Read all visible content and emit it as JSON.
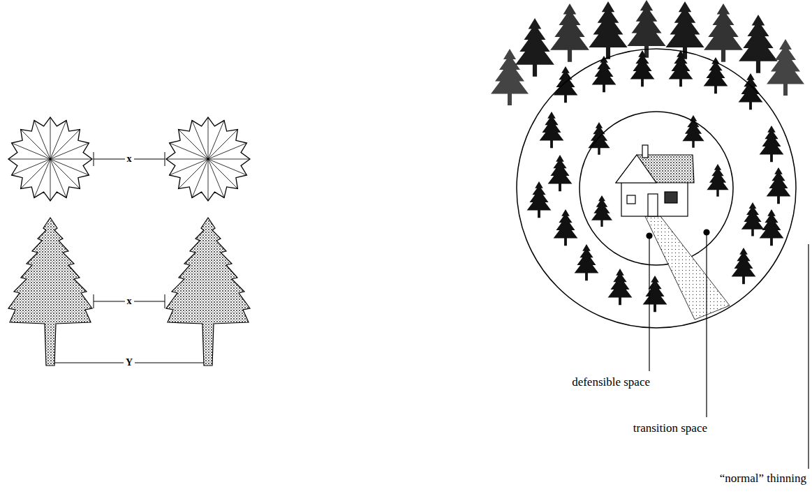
{
  "diagram": {
    "labels": [
      "x",
      "x",
      "Y",
      "defensible space",
      "transition space",
      "“normal” thinning"
    ]
  }
}
